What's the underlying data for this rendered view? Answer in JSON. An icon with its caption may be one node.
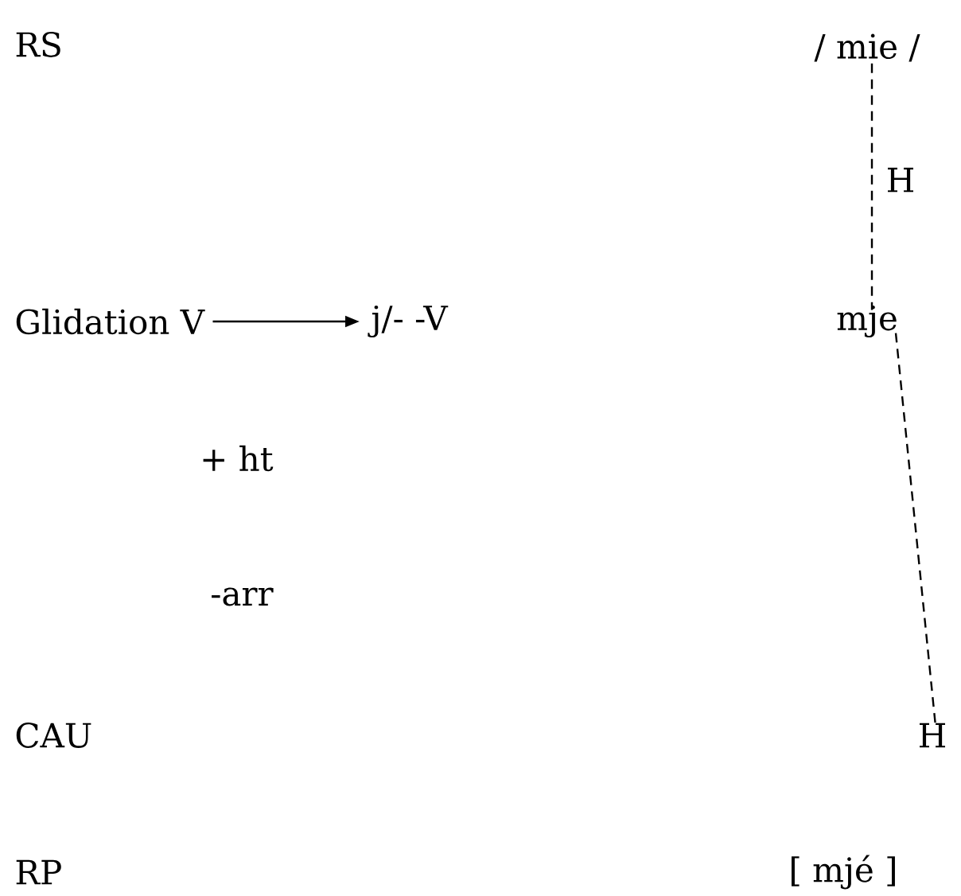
{
  "diagram": {
    "nodes": [
      {
        "text": [
          "/ mie /"
        ]
      },
      {
        "text": [
          "mje"
        ]
      },
      {
        "text": [
          "H"
        ]
      },
      {
        "text": [
          "Glidation V"
        ]
      },
      {
        "text": [
          "j/- -V"
        ]
      }
    ],
    "edges": [
      {
        "from": 0,
        "to": 1,
        "arrow": "none",
        "style": "dashed",
        "label": "H"
      },
      {
        "from": 1,
        "to": 2,
        "arrow": "none",
        "style": "dashed"
      },
      {
        "from": 3,
        "to": 4,
        "arrow": "to"
      }
    ],
    "labels": [
      "RS",
      "+ ht",
      "-arr",
      "CAU",
      "RP",
      "[ mjé ]"
    ]
  }
}
